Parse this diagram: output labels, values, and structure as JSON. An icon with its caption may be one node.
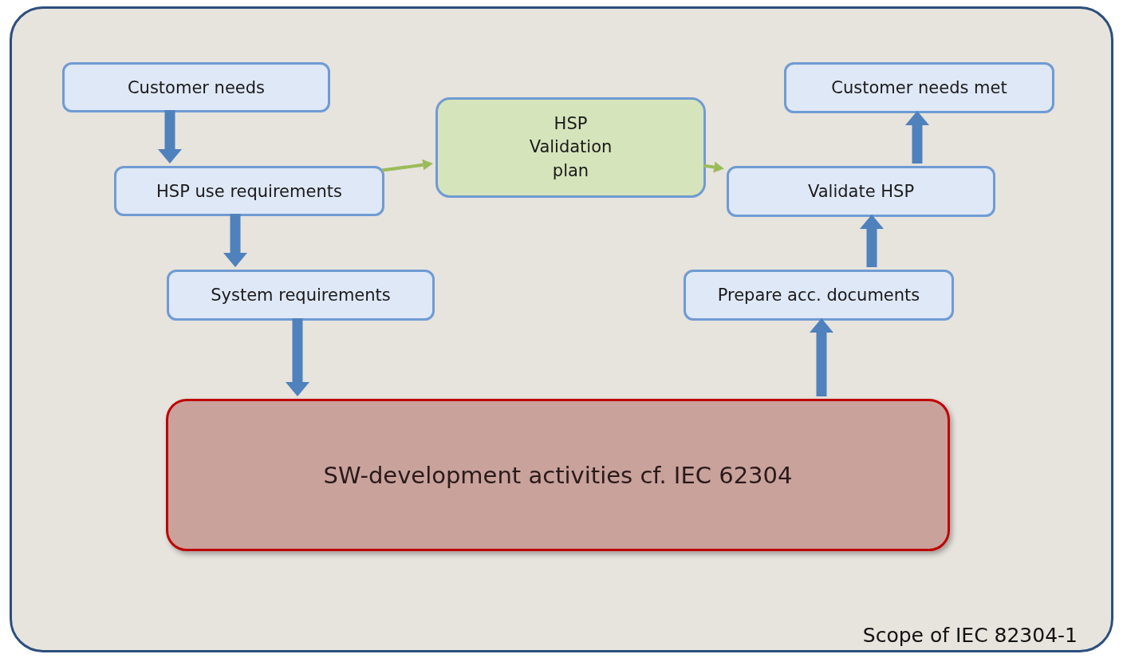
{
  "diagram": {
    "nodes": [
      {
        "text": [
          "Scope of IEC 82304-1"
        ]
      },
      {
        "text": [
          "Customer needs"
        ],
        "in": 0
      },
      {
        "text": [
          "HSP use requirements"
        ],
        "in": 0
      },
      {
        "text": [
          "System requirements"
        ],
        "in": 0
      },
      {
        "text": [
          "HSP Validation plan"
        ],
        "in": 0
      },
      {
        "text": [
          "Customer needs met"
        ],
        "in": 0
      },
      {
        "text": [
          "Validate HSP"
        ],
        "in": 0
      },
      {
        "text": [
          "Prepare acc. documents"
        ],
        "in": 0
      },
      {
        "text": [
          "SW-development activities cf. IEC 62304"
        ],
        "in": 0
      }
    ],
    "edges": [
      {
        "from": 1,
        "to": 2,
        "arrow": "to"
      },
      {
        "from": 2,
        "to": 3,
        "arrow": "to"
      },
      {
        "from": 3,
        "to": 8,
        "arrow": "to"
      },
      {
        "from": 2,
        "to": 4,
        "arrow": "to",
        "color": "#9bbb59"
      },
      {
        "from": 4,
        "to": 6,
        "arrow": "to",
        "color": "#9bbb59"
      },
      {
        "from": 8,
        "to": 7,
        "arrow": "to"
      },
      {
        "from": 7,
        "to": 6,
        "arrow": "to"
      },
      {
        "from": 6,
        "to": 5,
        "arrow": "to"
      }
    ]
  }
}
